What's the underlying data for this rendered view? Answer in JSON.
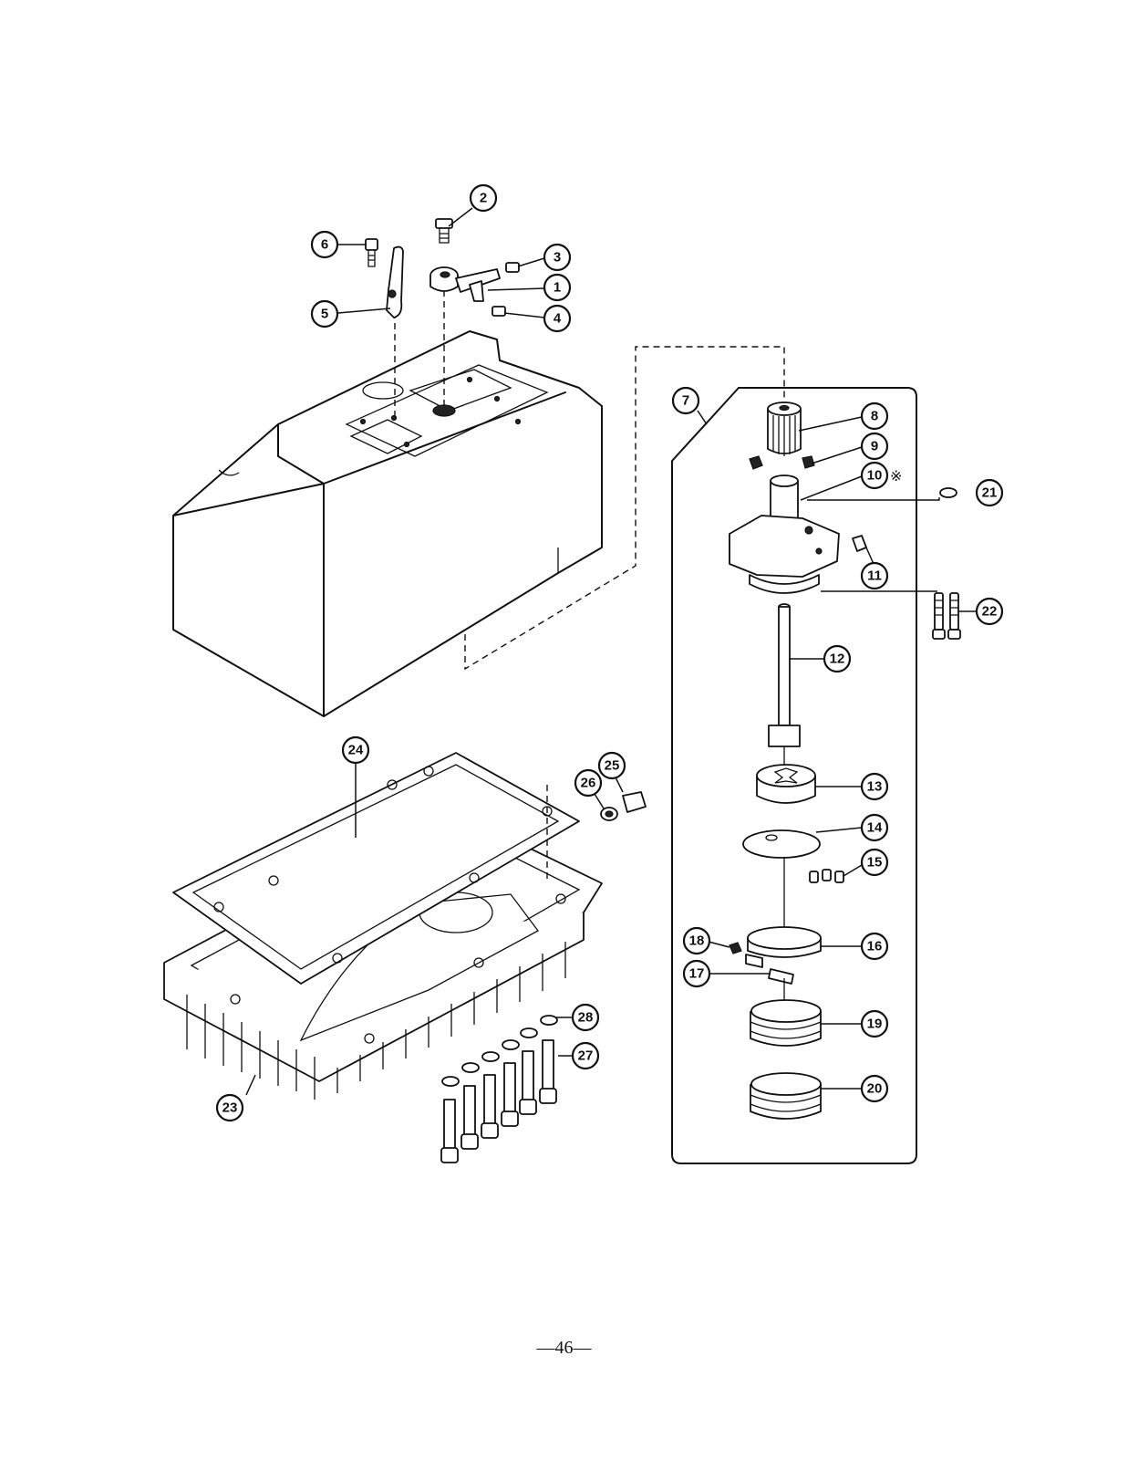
{
  "page": {
    "number": "—46—"
  },
  "marks": {
    "reference_symbol": "※"
  },
  "callouts": [
    "1",
    "2",
    "3",
    "4",
    "5",
    "6",
    "7",
    "8",
    "9",
    "10",
    "11",
    "12",
    "13",
    "14",
    "15",
    "16",
    "17",
    "18",
    "19",
    "20",
    "21",
    "22",
    "23",
    "24",
    "25",
    "26",
    "27",
    "28"
  ]
}
